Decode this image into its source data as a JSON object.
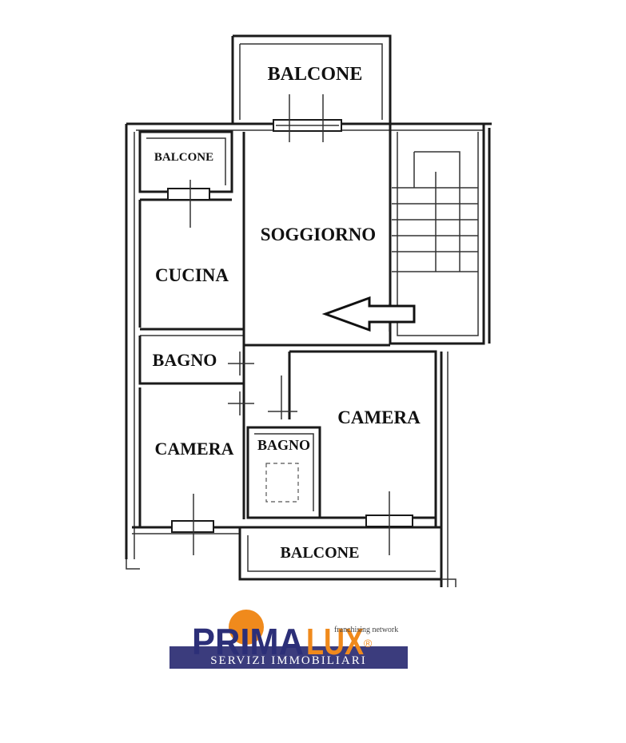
{
  "floorplan": {
    "rooms": {
      "balcone_top": "BALCONE",
      "balcone_small": "BALCONE",
      "soggiorno": "SOGGIORNO",
      "cucina": "CUCINA",
      "bagno_left": "BAGNO",
      "camera_left": "CAMERA",
      "bagno_center": "BAGNO",
      "camera_right": "CAMERA",
      "balcone_bottom": "BALCONE"
    }
  },
  "logo": {
    "brand_prima": "PRIMA",
    "brand_lux": "LUX",
    "registered": "®",
    "network": "franchising network",
    "subtitle": "SERVIZI IMMOBILIARI",
    "colors": {
      "navy": "#2c2f78",
      "orange": "#f08a1c",
      "band": "#3b3c7d"
    }
  }
}
